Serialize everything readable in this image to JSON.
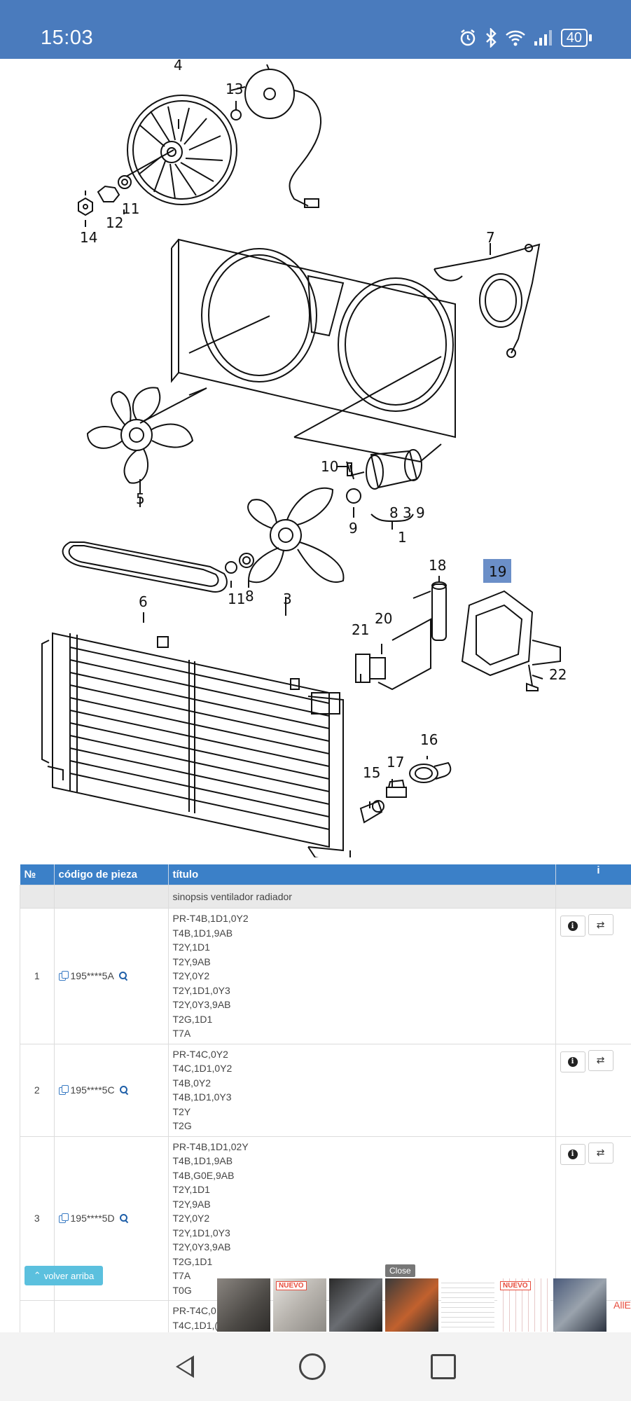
{
  "status_bar": {
    "time": "15:03",
    "battery": "40"
  },
  "diagram": {
    "callouts": [
      "4",
      "13",
      "14",
      "12",
      "11",
      "7",
      "5",
      "10",
      "8",
      "3",
      "9",
      "1",
      "9",
      "6",
      "11",
      "8",
      "3",
      "18",
      "19",
      "20",
      "21",
      "22",
      "16",
      "15",
      "17"
    ],
    "highlighted_callout": "19"
  },
  "table": {
    "headers": {
      "num": "№",
      "code": "código de pieza",
      "title": "título",
      "actions": "i"
    },
    "group_label": "sinopsis ventilador radiador",
    "rows": [
      {
        "num": "1",
        "code": "195****5A",
        "title_lines": [
          "PR-T4B,1D1,0Y2",
          "T4B,1D1,9AB",
          "T2Y,1D1",
          "T2Y,9AB",
          "T2Y,0Y2",
          "T2Y,1D1,0Y3",
          "T2Y,0Y3,9AB",
          "T2G,1D1",
          "T7A"
        ]
      },
      {
        "num": "2",
        "code": "195****5C",
        "title_lines": [
          "PR-T4C,0Y2",
          "T4C,1D1,0Y2",
          "T4B,0Y2",
          "T4B,1D1,0Y3",
          "T2Y",
          "T2G"
        ]
      },
      {
        "num": "3",
        "code": "195****5D",
        "title_lines": [
          "PR-T4B,1D1,02Y",
          "T4B,1D1,9AB",
          "T4B,G0E,9AB",
          "T2Y,1D1",
          "T2Y,9AB",
          "T2Y,0Y2",
          "T2Y,1D1,0Y3",
          "T2Y,0Y3,9AB",
          "T2G,1D1",
          "T7A",
          "T0G"
        ]
      },
      {
        "num": "",
        "code": "",
        "title_lines": [
          "PR-T4C,0",
          "T4C,1D1,("
        ]
      }
    ]
  },
  "back_to_top": "volver arriba",
  "ad": {
    "close_label": "Close",
    "badges": [
      "NUEVO",
      "NUEVO"
    ],
    "more_label": "AllE"
  }
}
